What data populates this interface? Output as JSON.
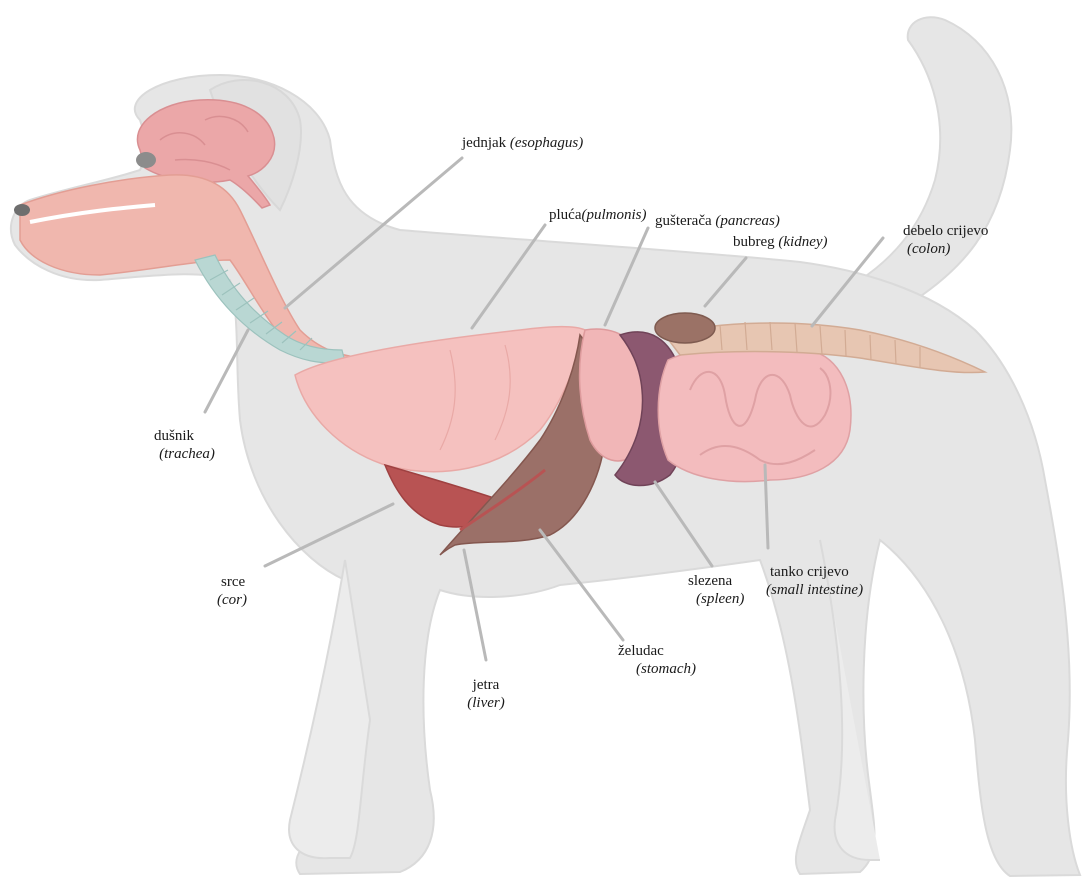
{
  "labels": {
    "esophagus": {
      "name": "jednjak",
      "latin": "(esophagus)"
    },
    "lungs": {
      "name": "pluća",
      "latin": "(pulmonis)"
    },
    "pancreas": {
      "name": "gušterača",
      "latin": "(pancreas)"
    },
    "kidney": {
      "name": "bubreg",
      "latin": "(kidney)"
    },
    "colon": {
      "name": "debelo crijevo",
      "latin": "(colon)"
    },
    "trachea": {
      "name": "dušnik",
      "latin": "(trachea)"
    },
    "heart": {
      "name": "srce",
      "latin": "(cor)"
    },
    "liver": {
      "name": "jetra",
      "latin": "(liver)"
    },
    "stomach": {
      "name": "želudac",
      "latin": "(stomach)"
    },
    "spleen": {
      "name": "slezena",
      "latin": "(spleen)"
    },
    "small_intestine": {
      "name": "tanko crijevo",
      "latin": "(small intestine)"
    }
  },
  "colors": {
    "body": "#e6e6e6",
    "brain": "#eba7a8",
    "esophagus": "#f0b7ae",
    "trachea": "#b9d7d3",
    "lungs": "#f5c1bf",
    "heart": "#b85353",
    "liver": "#9b7068",
    "stomach": "#f1b6b7",
    "spleen": "#8c5870",
    "kidney": "#9b7266",
    "colon": "#e7c6b2",
    "small_intestine": "#f3bcbe",
    "leader_line": "#b9b9b9"
  }
}
